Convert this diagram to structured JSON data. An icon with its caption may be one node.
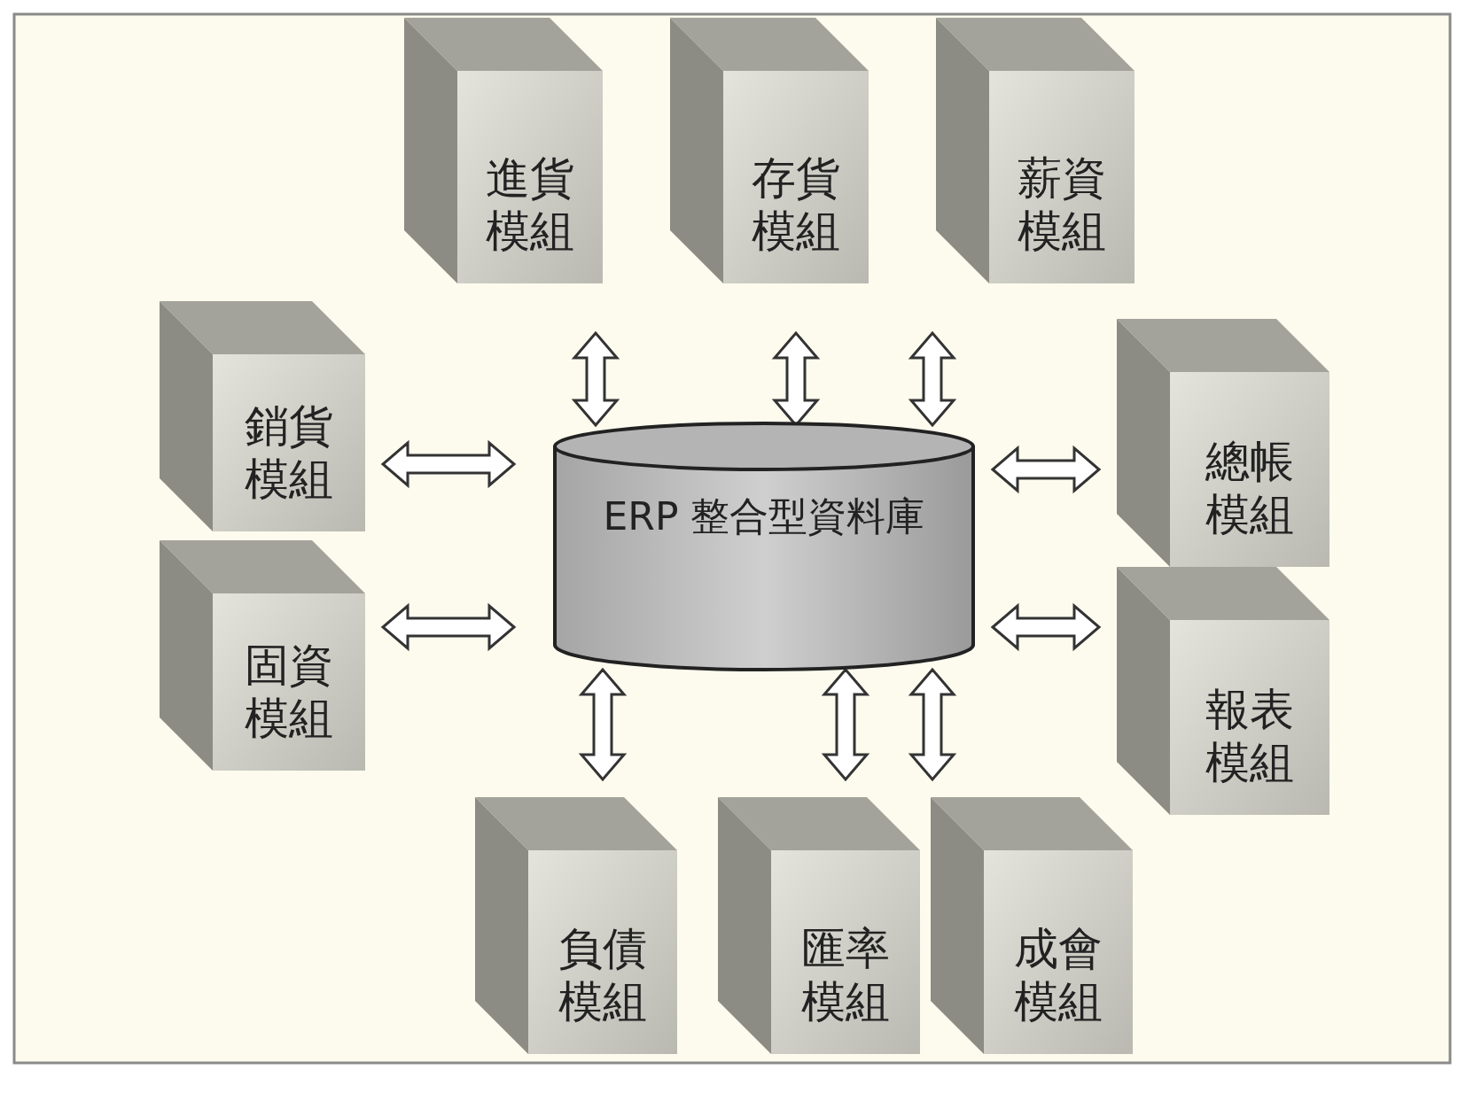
{
  "diagram": {
    "nodes": [
      {
        "text": [
          "ERP 整合型資料庫"
        ]
      },
      {
        "text": [
          "進貨模組"
        ]
      },
      {
        "text": [
          "存貨模組"
        ]
      },
      {
        "text": [
          "薪資模組"
        ]
      },
      {
        "text": [
          "銷貨模組"
        ]
      },
      {
        "text": [
          "總帳模組"
        ]
      },
      {
        "text": [
          "固資模組"
        ]
      },
      {
        "text": [
          "報表模組"
        ]
      },
      {
        "text": [
          "負債模組"
        ]
      },
      {
        "text": [
          "匯率模組"
        ]
      },
      {
        "text": [
          "成會模組"
        ]
      }
    ],
    "edges": [
      {
        "from": 0,
        "to": 1,
        "arrow": "both"
      },
      {
        "from": 0,
        "to": 2,
        "arrow": "both"
      },
      {
        "from": 0,
        "to": 3,
        "arrow": "both"
      },
      {
        "from": 0,
        "to": 4,
        "arrow": "both"
      },
      {
        "from": 0,
        "to": 5,
        "arrow": "both"
      },
      {
        "from": 0,
        "to": 6,
        "arrow": "both"
      },
      {
        "from": 0,
        "to": 7,
        "arrow": "both"
      },
      {
        "from": 0,
        "to": 8,
        "arrow": "both"
      },
      {
        "from": 0,
        "to": 9,
        "arrow": "both"
      },
      {
        "from": 0,
        "to": 10,
        "arrow": "both"
      }
    ]
  }
}
